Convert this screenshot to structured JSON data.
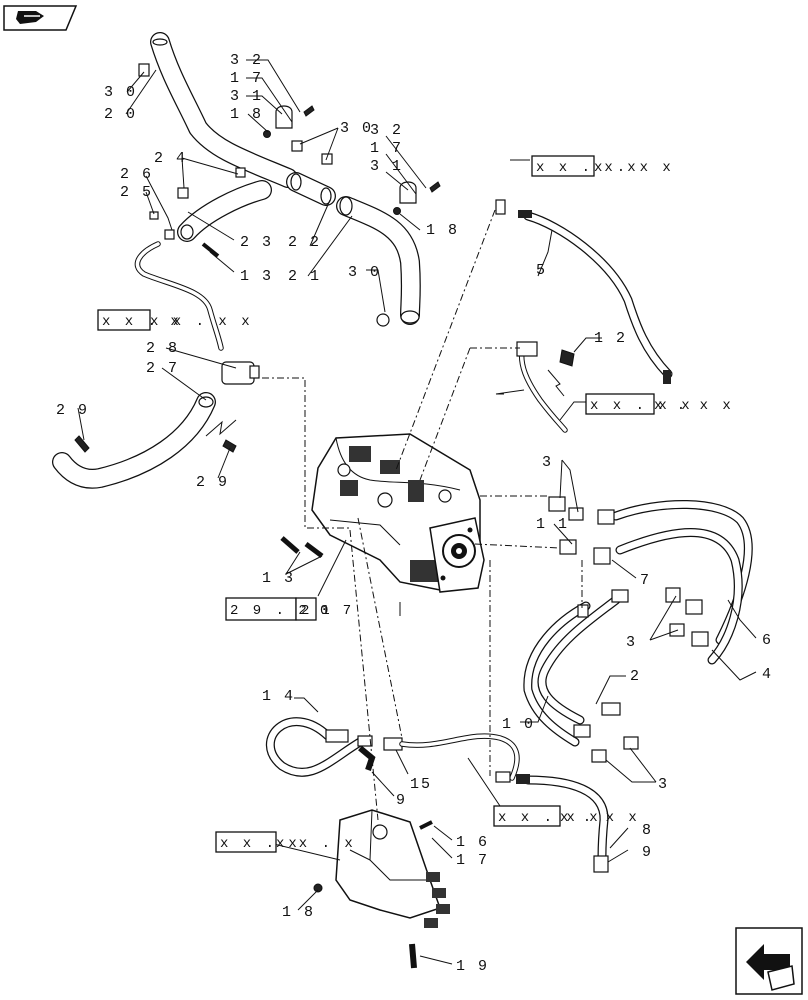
{
  "diagram": {
    "callouts": [
      {
        "id": "c32a",
        "text": "3 2"
      },
      {
        "id": "c17a",
        "text": "1 7"
      },
      {
        "id": "c31a",
        "text": "3 1"
      },
      {
        "id": "c18a",
        "text": "1 8"
      },
      {
        "id": "c30a",
        "text": "3 0"
      },
      {
        "id": "c20",
        "text": "2 0"
      },
      {
        "id": "c30b",
        "text": "3 0"
      },
      {
        "id": "c32b",
        "text": "3 2"
      },
      {
        "id": "c17b",
        "text": "1 7"
      },
      {
        "id": "c31b",
        "text": "3 1"
      },
      {
        "id": "c18b",
        "text": "1 8"
      },
      {
        "id": "c24",
        "text": "2 4"
      },
      {
        "id": "c26",
        "text": "2 6"
      },
      {
        "id": "c25",
        "text": "2 5"
      },
      {
        "id": "c23",
        "text": "2 3"
      },
      {
        "id": "c22",
        "text": "2 2"
      },
      {
        "id": "c13a",
        "text": "1 3"
      },
      {
        "id": "c21",
        "text": "2 1"
      },
      {
        "id": "c30c",
        "text": "3 0"
      },
      {
        "id": "c5",
        "text": "5"
      },
      {
        "id": "c12",
        "text": "1 2"
      },
      {
        "id": "c28",
        "text": "2 8"
      },
      {
        "id": "c27",
        "text": "2 7"
      },
      {
        "id": "c29a",
        "text": "2 9"
      },
      {
        "id": "c29b",
        "text": "2 9"
      },
      {
        "id": "c3a",
        "text": "3"
      },
      {
        "id": "c11",
        "text": "1 1"
      },
      {
        "id": "c7",
        "text": "7"
      },
      {
        "id": "c13b",
        "text": "1 3"
      },
      {
        "id": "c3b",
        "text": "3"
      },
      {
        "id": "c6",
        "text": "6"
      },
      {
        "id": "c4",
        "text": "4"
      },
      {
        "id": "c2",
        "text": "2"
      },
      {
        "id": "c10",
        "text": "1 0"
      },
      {
        "id": "c3c",
        "text": "3"
      },
      {
        "id": "c14",
        "text": "1 4"
      },
      {
        "id": "c15",
        "text": "15"
      },
      {
        "id": "c9a",
        "text": "9"
      },
      {
        "id": "c16",
        "text": "1 6"
      },
      {
        "id": "c17c",
        "text": "1 7"
      },
      {
        "id": "c8",
        "text": "8"
      },
      {
        "id": "c9b",
        "text": "9"
      },
      {
        "id": "c18c",
        "text": "1 8"
      },
      {
        "id": "c19",
        "text": "1 9"
      }
    ],
    "references": [
      {
        "id": "r1",
        "boxed": "x x . x x",
        "rest": " x . x x"
      },
      {
        "id": "r2",
        "boxed": "x x . x",
        "rest": "x x . x x"
      },
      {
        "id": "r3",
        "boxed": "x x . x x",
        "rest": " x . x x"
      },
      {
        "id": "r4",
        "boxed": "2 9 . 2 1",
        "mid": "2",
        "rest": "0 7"
      },
      {
        "id": "r5",
        "boxed": "x x . x x",
        "rest": " x . x x"
      },
      {
        "id": "r6",
        "boxed": "x x . x",
        "rest": "x x . x"
      }
    ]
  }
}
